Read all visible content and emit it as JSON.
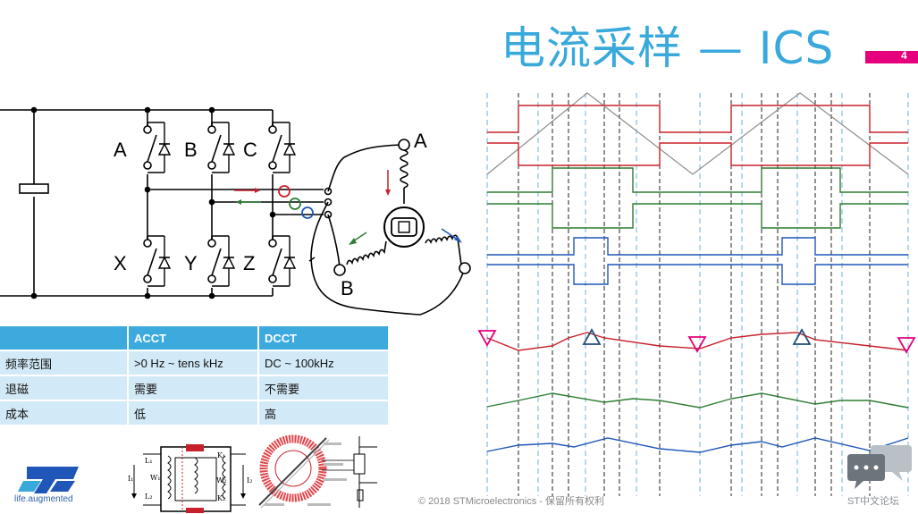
{
  "slide": {
    "title": "电流采样 — ICS",
    "page_number": "4",
    "footer": "© 2018 STMicroelectronics - 保留所有权利",
    "forum_label": "ST中文论坛",
    "slogan": "life.augmented"
  },
  "switch_labels": [
    "A",
    "B",
    "C",
    "X",
    "Y",
    "Z"
  ],
  "motor_labels": {
    "a": "A",
    "b": "B"
  },
  "table": {
    "headers": [
      "",
      "ACCT",
      "DCCT"
    ],
    "rows": [
      [
        "频率范围",
        ">0 Hz ~ tens kHz",
        "DC ~ 100kHz"
      ],
      [
        "退磁",
        "需要",
        "不需要"
      ],
      [
        "成本",
        "低",
        "高"
      ]
    ]
  },
  "transformer_labels": {
    "k1": "K₁",
    "w1": "W₁",
    "w2": "W₂",
    "k2": "K₂",
    "l1": "L₁",
    "l2": "L₂",
    "i1": "I₁",
    "i2": "I₂"
  },
  "colors": {
    "accent": "#39a9dc",
    "magenta": "#e6007e",
    "red_phase": "#c8202a",
    "green_phase": "#2e7d32",
    "blue_phase": "#1f56b8",
    "gray_carrier": "#8c8c8c"
  }
}
